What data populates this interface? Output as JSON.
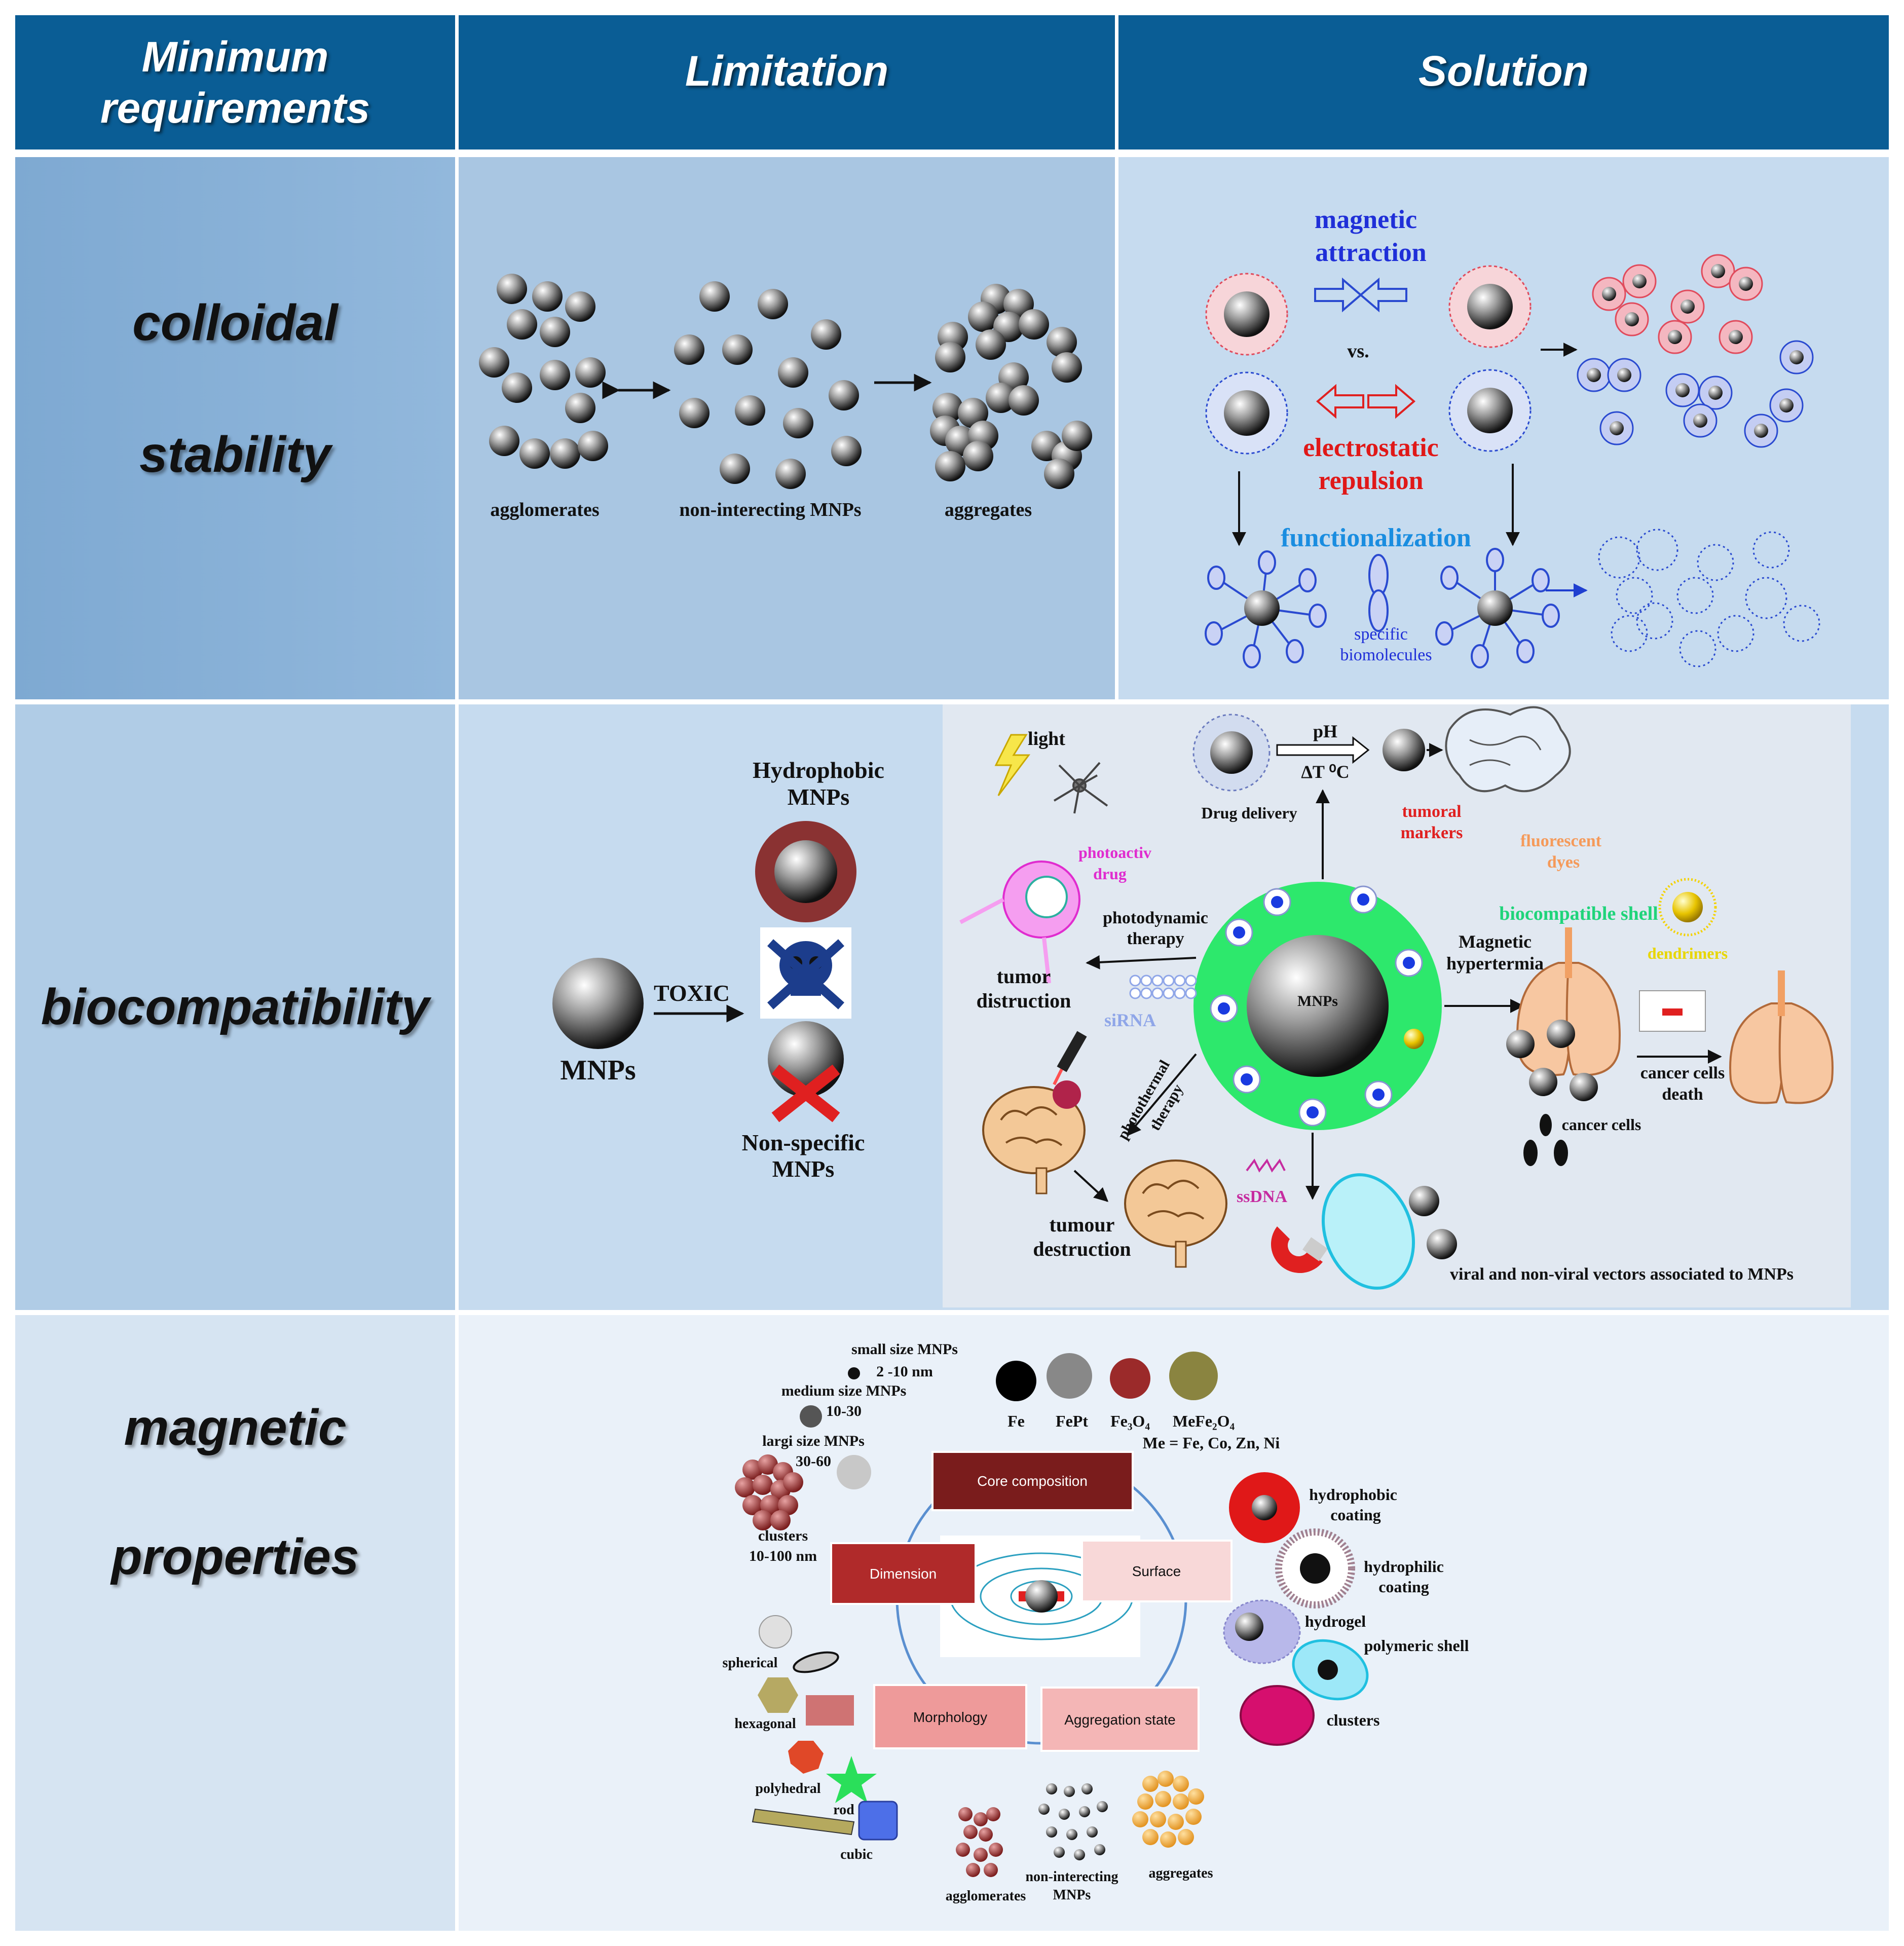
{
  "header": {
    "col1_line1": "Minimum",
    "col1_line2": "requirements",
    "col2": "Limitation",
    "col3": "Solution"
  },
  "rows": {
    "colloidal": {
      "line1": "colloidal",
      "line2": "stability"
    },
    "biocompatibility": {
      "label": "biocompatibility"
    },
    "magnetic": {
      "line1": "magnetic",
      "line2": "properties"
    }
  },
  "colloidal_limitation": {
    "agglomerates": "agglomerates",
    "non_interacting": "non-interecting MNPs",
    "aggregates": "aggregates"
  },
  "colloidal_solution": {
    "magnetic": "magnetic",
    "attraction": "attraction",
    "vs": "vs.",
    "electrostatic": "electrostatic",
    "repulsion": "repulsion",
    "functionalization": "functionalization",
    "specific": "specific",
    "biomolecules": "biomolecules"
  },
  "bio_limitation": {
    "hydrophobic_1": "Hydrophobic",
    "hydrophobic_2": "MNPs",
    "toxic": "TOXIC",
    "mnps": "MNPs",
    "nonspecific_1": "Non-specific",
    "nonspecific_2": "MNPs"
  },
  "bio_solution": {
    "light": "light",
    "ph": "pH",
    "delta_t": "ΔT ⁰C",
    "drug_delivery": "Drug delivery",
    "tumoral_1": "tumoral",
    "tumoral_2": "markers",
    "fluorescent_1": "fluorescent",
    "fluorescent_2": "dyes",
    "photoactiv_1": "photoactiv",
    "photoactiv_2": "drug",
    "biocompatible_shell": "biocompatible shell",
    "dendrimers": "dendrimers",
    "photodynamic_1": "photodynamic",
    "photodynamic_2": "therapy",
    "magnetic_hyp_1": "Magnetic",
    "magnetic_hyp_2": "hypertermia",
    "mnps": "MNPs",
    "tumor_1": "tumor",
    "tumor_2": "distruction",
    "sirna": "siRNA",
    "photothermal_1": "photothermal",
    "photothermal_2": "therapy",
    "cancer_death_1": "cancer cells",
    "cancer_death_2": "death",
    "cancer_cells": "cancer cells",
    "ssdna": "ssDNA",
    "tumour_1": "tumour",
    "tumour_2": "destruction",
    "vectors": "viral and non-viral vectors associated to MNPs"
  },
  "mag": {
    "small_1": "small size MNPs",
    "small_2": "2 -10 nm",
    "medium_1": "medium size MNPs",
    "medium_2": "10-30",
    "large_1": "largi size MNPs",
    "large_2": "30-60",
    "clusters_1": "clusters",
    "clusters_2": "10-100 nm",
    "fe": "Fe",
    "fept": "FePt",
    "fe3o4": "Fe₃O₄",
    "mefe2o4": "MeFe₂O₄",
    "me_line": "Me = Fe, Co, Zn, Ni",
    "core": "Core composition",
    "dimension": "Dimension",
    "surface": "Surface",
    "morphology": "Morphology",
    "aggregation": "Aggregation state",
    "hydrophobic_1": "hydrophobic",
    "hydrophobic_2": "coating",
    "hydrophilic_1": "hydrophilic",
    "hydrophilic_2": "coating",
    "hydrogel": "hydrogel",
    "polymeric": "polymeric shell",
    "clusters_r": "clusters",
    "spherical": "spherical",
    "hexagonal": "hexagonal",
    "polyhedral": "polyhedral",
    "rod": "rod",
    "cubic": "cubic",
    "agglomerates": "agglomerates",
    "non_1": "non-interecting",
    "non_2": "MNPs",
    "aggregates": "aggregates"
  },
  "colors": {
    "header": "#0a5d95",
    "row1_req": "#86afd6",
    "row1_body": "#a9c6e2",
    "row2_req": "#b0cce6",
    "row2_body": "#c6dbef",
    "row3_req": "#d6e4f2",
    "row3_body": "#eaf1f9"
  }
}
